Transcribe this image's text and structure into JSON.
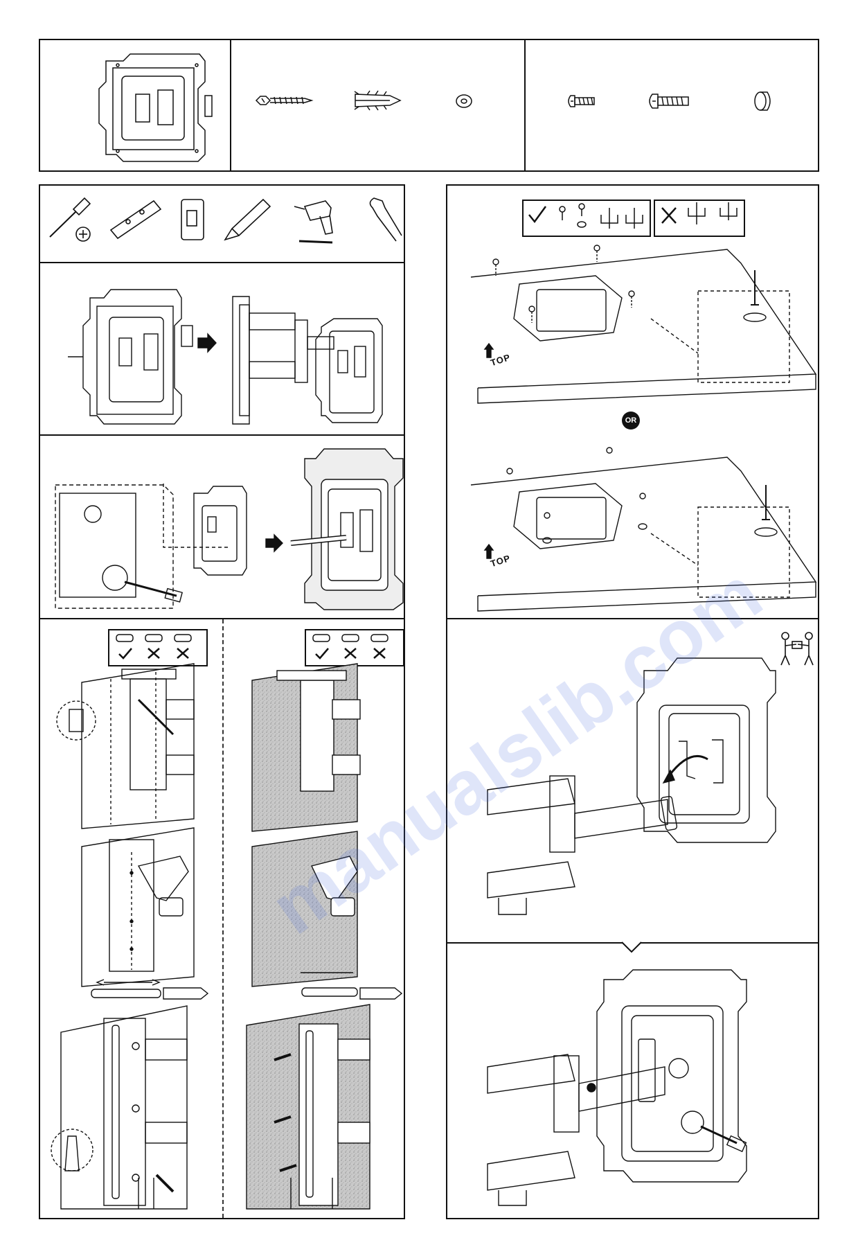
{
  "labels": {
    "or": "OR",
    "top": "TOP"
  },
  "watermark": "manualslib.com",
  "colors": {
    "line": "#111111",
    "wall_texture": "#c8c8c8",
    "watermark": "#506edc"
  },
  "icons": {
    "tools": [
      "screwdriver-icon",
      "level-icon",
      "stud-finder-icon",
      "pencil-icon",
      "drill-icon",
      "wrench-icon"
    ],
    "parts_wall": [
      "lag-bolt-icon",
      "wall-anchor-icon",
      "washer-icon"
    ],
    "parts_tv": [
      "short-screw-icon",
      "long-screw-icon",
      "spacer-icon"
    ],
    "level_check": [
      "check-icon",
      "cross-icon",
      "cross-icon"
    ],
    "screw_check": [
      "check-icon",
      "cross-icon"
    ],
    "people": "two-person-lift-icon"
  }
}
